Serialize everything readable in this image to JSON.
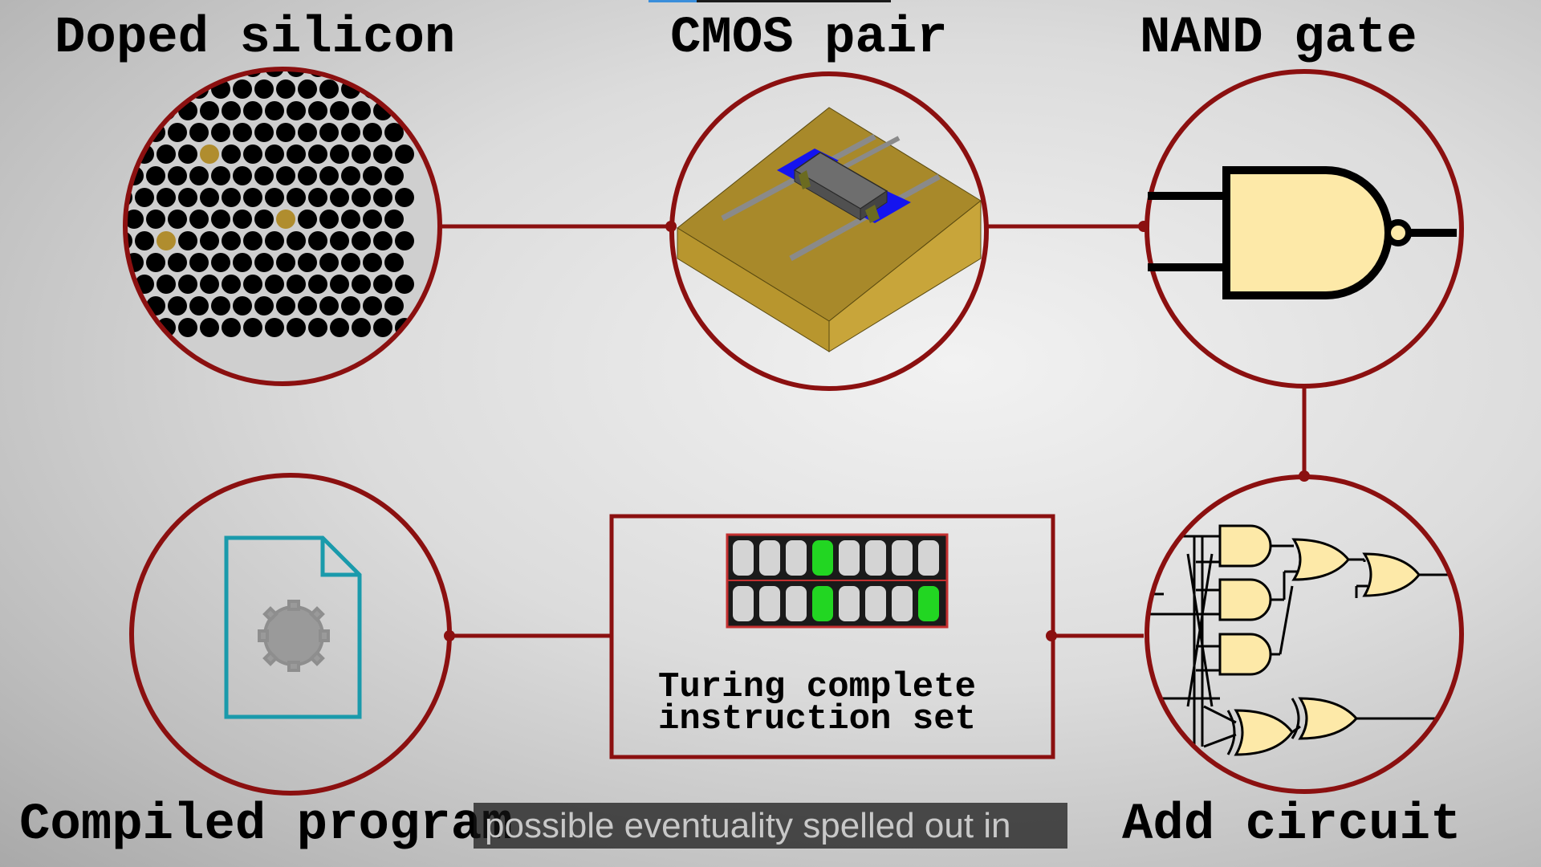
{
  "labels": {
    "doped_silicon": "Doped silicon",
    "cmos_pair": "CMOS pair",
    "nand_gate": "NAND gate",
    "compiled_program": "Compiled program",
    "add_circuit": "Add circuit"
  },
  "instruction_box": {
    "line1": "Turing complete",
    "line2": "instruction set",
    "row1_lit": [
      false,
      false,
      false,
      true,
      false,
      false,
      false,
      false
    ],
    "row2_lit": [
      false,
      false,
      false,
      true,
      false,
      false,
      false,
      true
    ]
  },
  "caption": "possible eventuality spelled out in",
  "video_progress": {
    "played_fraction": 0.2
  },
  "colors": {
    "ring": "#8b1010",
    "connector": "#8b1010",
    "silicon_atom": "#000000",
    "dopant_atom": "#b08d2e",
    "chip_top": "#a8892a",
    "gate_fill": "#fde9a8",
    "led_on": "#22d622",
    "led_off": "#d4d4d4",
    "file_outline": "#1a9aab"
  },
  "icons": {
    "program": "file-gear-icon",
    "gate": "nand-gate-icon",
    "chip": "transistor-chip-icon",
    "atoms": "silicon-lattice-icon",
    "adder": "logic-circuit-icon"
  }
}
